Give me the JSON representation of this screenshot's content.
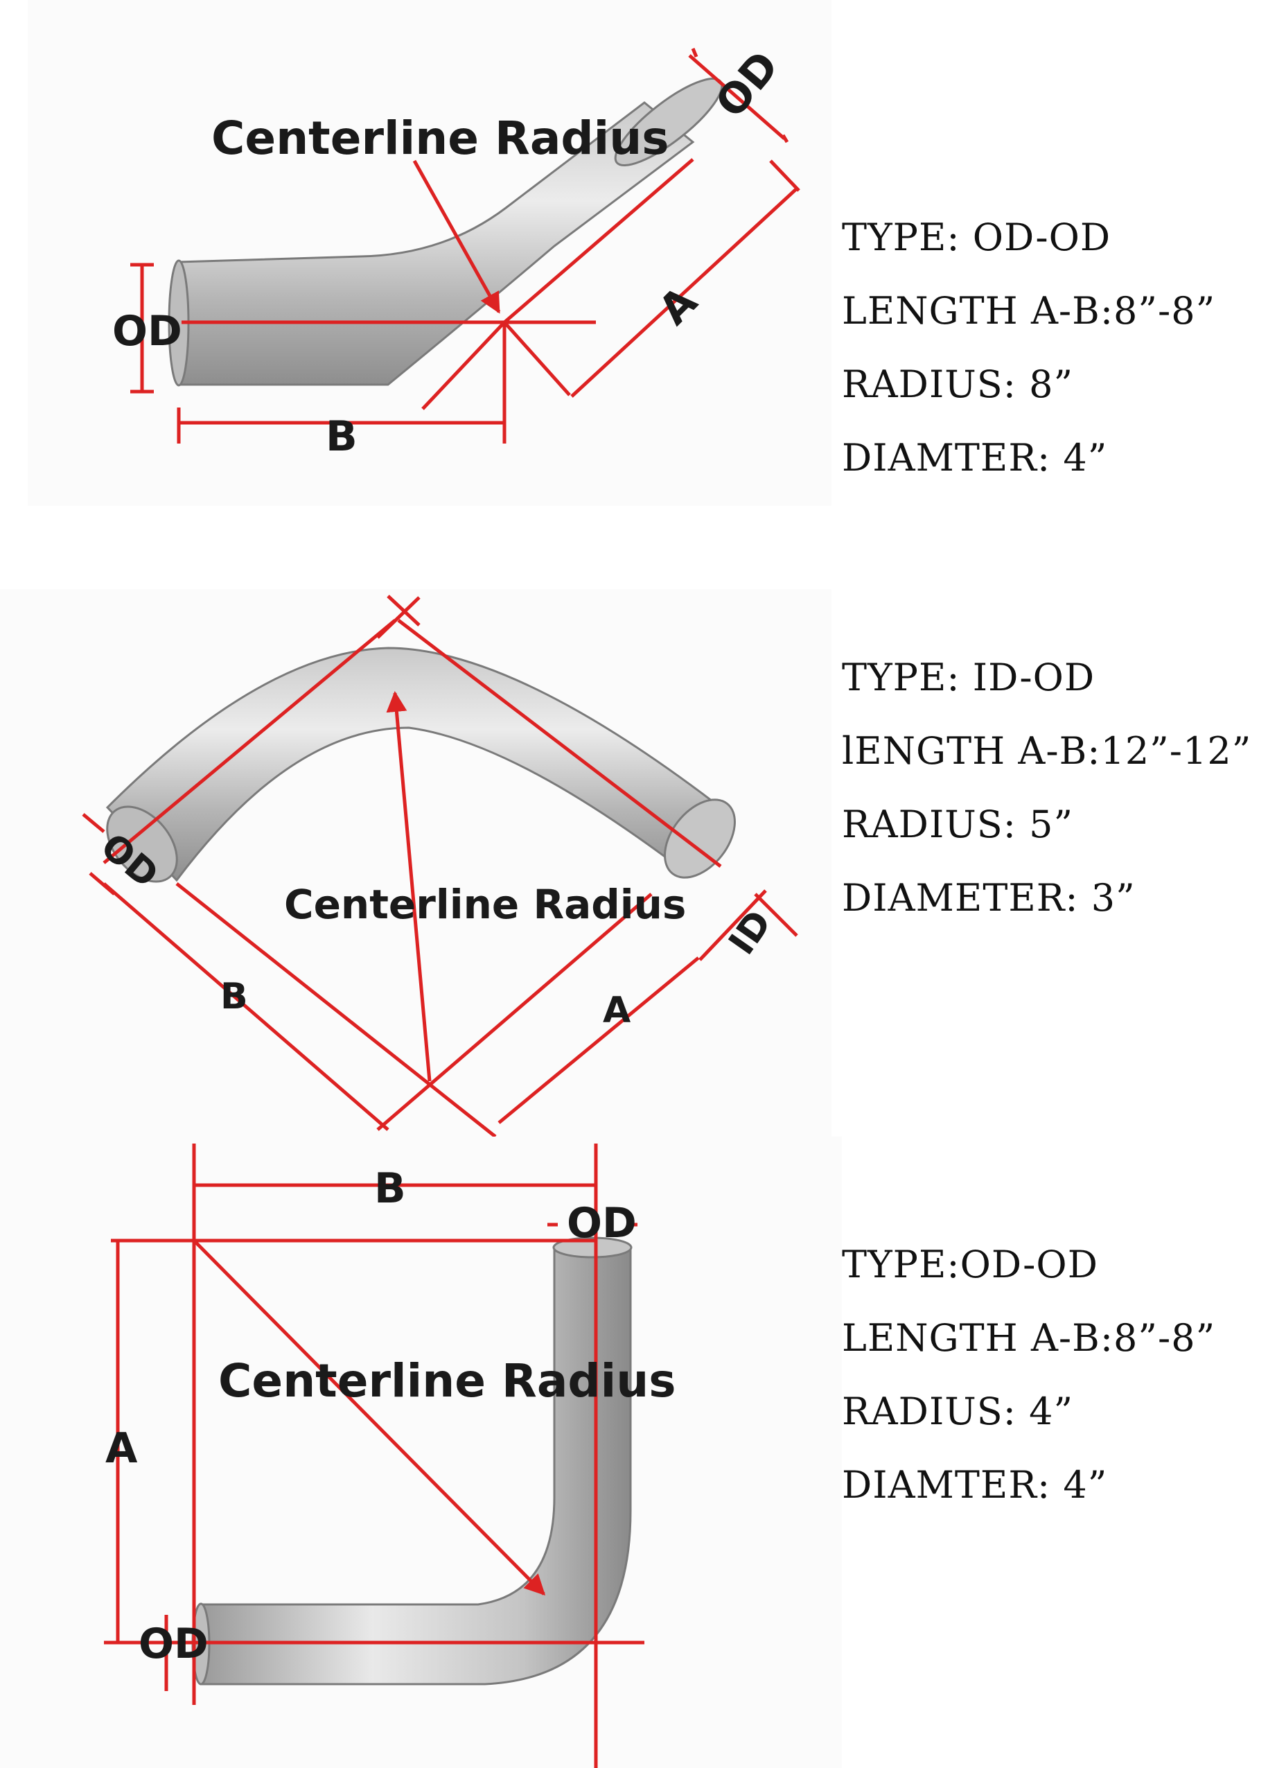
{
  "colors": {
    "dimension": "#dd2222",
    "pipe_light": "#dcdcdc",
    "pipe_dark": "#8e8e8e",
    "text": "#111111"
  },
  "panels": [
    {
      "labels": {
        "centerline": "Centerline Radius",
        "od_end": "OD",
        "od_side": "OD",
        "a": "A",
        "b": "B"
      },
      "specs": [
        "TYPE: OD-OD",
        "LENGTH A-B:8”-8”",
        "RADIUS: 8”",
        "DIAMTER: 4”"
      ]
    },
    {
      "labels": {
        "centerline": "Centerline Radius",
        "od": "OD",
        "id": "ID",
        "a": "A",
        "b": "B"
      },
      "specs": [
        "TYPE: ID-OD",
        "lENGTH A-B:12”-12”",
        "RADIUS: 5”",
        "DIAMETER: 3”"
      ]
    },
    {
      "labels": {
        "centerline": "Centerline Radius",
        "od_top": "OD",
        "od_bottom": "OD",
        "a": "A",
        "b": "B"
      },
      "specs": [
        "TYPE:OD-OD",
        "LENGTH A-B:8”-8”",
        "RADIUS: 4”",
        "DIAMTER: 4”"
      ]
    }
  ]
}
